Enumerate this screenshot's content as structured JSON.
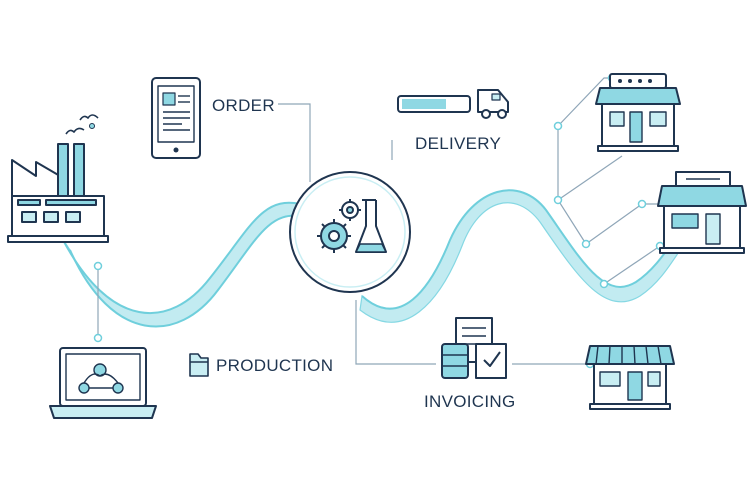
{
  "labels": {
    "order": "ORDER",
    "delivery": "DELIVERY",
    "production": "PRODUCTION",
    "invoicing": "INVOICING"
  },
  "colors": {
    "stroke": "#1f3550",
    "accent": "#8fd8e3",
    "accent_light": "#c9eef3",
    "ribbon": "#7fd6e2",
    "connector": "#8fa6b8"
  },
  "icons": [
    "factory-icon",
    "tablet-order-icon",
    "delivery-truck-icon",
    "gears-flask-icon",
    "storefront-icon",
    "laptop-network-icon",
    "invoice-documents-icon",
    "folder-icon"
  ]
}
